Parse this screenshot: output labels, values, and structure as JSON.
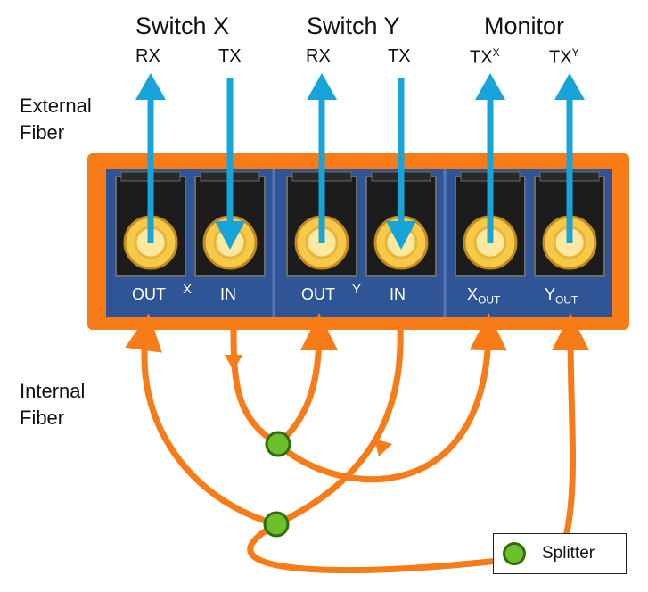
{
  "groups": [
    {
      "name": "Switch X",
      "ports": [
        "RX",
        "TX"
      ]
    },
    {
      "name": "Switch Y",
      "ports": [
        "RX",
        "TX"
      ]
    },
    {
      "name": "Monitor",
      "ports": [
        {
          "base": "TX",
          "sup": "X"
        },
        {
          "base": "TX",
          "sup": "Y"
        }
      ]
    }
  ],
  "side_labels": {
    "external": [
      "External",
      "Fiber"
    ],
    "internal": [
      "Internal",
      "Fiber"
    ]
  },
  "panel_labels": {
    "x_out": "OUT",
    "x_mid": "X",
    "x_in": "IN",
    "y_out": "OUT",
    "y_mid": "Y",
    "y_in": "IN",
    "mon_x_base": "X",
    "mon_x_sub": "OUT",
    "mon_y_base": "Y",
    "mon_y_sub": "OUT"
  },
  "legend": {
    "label": "Splitter"
  },
  "colors": {
    "orange": "#f77b16",
    "blue_panel": "#2f5596",
    "fiber_blue": "#17a4d8",
    "connector": "#f7c948",
    "splitter": "#6ebf2c"
  }
}
